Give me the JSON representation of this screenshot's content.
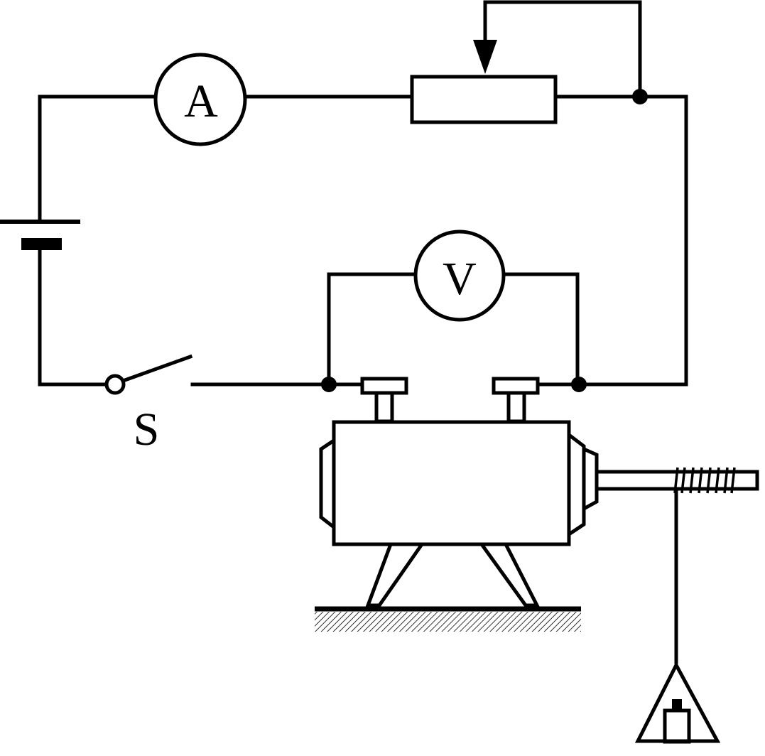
{
  "labels": {
    "ammeter": "A",
    "voltmeter": "V",
    "switch": "S"
  },
  "colors": {
    "ink": "#000000",
    "background": "#ffffff"
  }
}
